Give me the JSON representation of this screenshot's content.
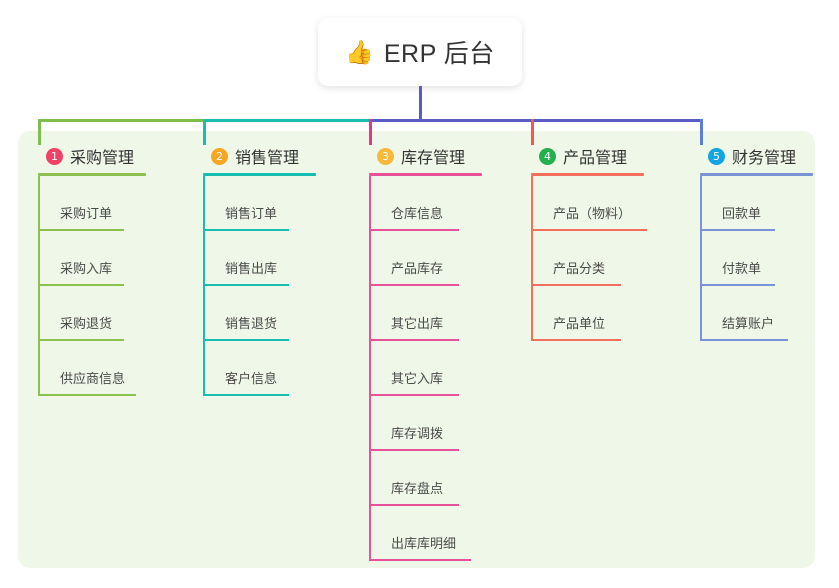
{
  "root": {
    "icon": "thumbs-up-icon",
    "emoji": "👍",
    "title": "ERP 后台"
  },
  "panel": {
    "background": "#EFF7E8"
  },
  "connector_colors": {
    "segment_1": "#7DBE4C",
    "segment_2": "#17BDB0",
    "segment_3": "#5B5BC8",
    "drop_1": "#7DBE4C",
    "drop_2": "#17BDB0",
    "drop_3": "#E8358C",
    "drop_4": "#F2594B",
    "drop_5": "#5B7FD4",
    "stem": "#5B5BC8"
  },
  "columns": [
    {
      "index": "1",
      "title": "采购管理",
      "badge_color": "#EE4266",
      "line_color": "#8CC152",
      "rule_width": 108,
      "items": [
        {
          "label": "采购订单",
          "rule_width": 86
        },
        {
          "label": "采购入库",
          "rule_width": 86
        },
        {
          "label": "采购退货",
          "rule_width": 86
        },
        {
          "label": "供应商信息",
          "rule_width": 98
        }
      ]
    },
    {
      "index": "2",
      "title": "销售管理",
      "badge_color": "#F5A623",
      "line_color": "#17BDB0",
      "rule_width": 113,
      "items": [
        {
          "label": "销售订单",
          "rule_width": 86
        },
        {
          "label": "销售出库",
          "rule_width": 86
        },
        {
          "label": "销售退货",
          "rule_width": 86
        },
        {
          "label": "客户信息",
          "rule_width": 86
        }
      ]
    },
    {
      "index": "3",
      "title": "库存管理",
      "badge_color": "#F6B93B",
      "line_color": "#E8519A",
      "rule_width": 113,
      "items": [
        {
          "label": "仓库信息",
          "rule_width": 90
        },
        {
          "label": "产品库存",
          "rule_width": 90
        },
        {
          "label": "其它出库",
          "rule_width": 90
        },
        {
          "label": "其它入库",
          "rule_width": 90
        },
        {
          "label": "库存调拨",
          "rule_width": 90
        },
        {
          "label": "库存盘点",
          "rule_width": 90
        },
        {
          "label": "出库库明细",
          "rule_width": 102
        }
      ]
    },
    {
      "index": "4",
      "title": "产品管理",
      "badge_color": "#22B14C",
      "line_color": "#F2705B",
      "rule_width": 113,
      "items": [
        {
          "label": "产品（物料）",
          "rule_width": 116
        },
        {
          "label": "产品分类",
          "rule_width": 90
        },
        {
          "label": "产品单位",
          "rule_width": 90
        }
      ]
    },
    {
      "index": "5",
      "title": "财务管理",
      "badge_color": "#12A5E0",
      "line_color": "#7A93D6",
      "rule_width": 113,
      "items": [
        {
          "label": "回款单",
          "rule_width": 75
        },
        {
          "label": "付款单",
          "rule_width": 75
        },
        {
          "label": "结算账户",
          "rule_width": 88
        }
      ]
    }
  ]
}
